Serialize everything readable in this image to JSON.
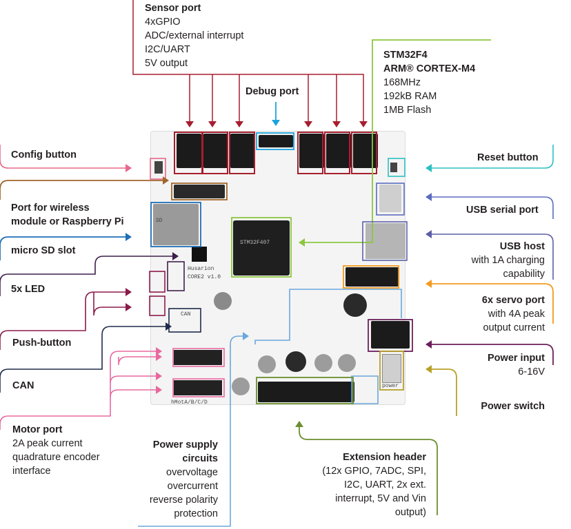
{
  "labels": {
    "sensor_port": {
      "title": "Sensor port",
      "lines": [
        "4xGPIO",
        "ADC/external interrupt",
        "I2C/UART",
        "5V output"
      ]
    },
    "debug_port": {
      "title": "Debug port"
    },
    "mcu": {
      "title_1": "STM32F4",
      "title_2": "ARM® CORTEX-M4",
      "lines": [
        "168MHz",
        "192kB RAM",
        "1MB Flash"
      ]
    },
    "config_button": {
      "title": "Config button"
    },
    "reset_button": {
      "title": "Reset button"
    },
    "wireless_port": {
      "title_1": "Port for wireless",
      "title_2": "module or Raspberry Pi"
    },
    "usb_serial": {
      "title": "USB serial port"
    },
    "micro_sd": {
      "title": "micro SD slot"
    },
    "usb_host": {
      "title": "USB host",
      "lines": [
        "with 1A charging",
        "capability"
      ]
    },
    "leds": {
      "title": "5x LED"
    },
    "servo_port": {
      "title": "6x servo port",
      "lines": [
        "with 4A peak",
        "output current"
      ]
    },
    "push_button": {
      "title": "Push-button"
    },
    "power_input": {
      "title": "Power input",
      "lines": [
        "6-16V"
      ]
    },
    "can": {
      "title": "CAN"
    },
    "power_switch": {
      "title": "Power switch"
    },
    "motor_port": {
      "title": "Motor port",
      "lines": [
        "2A peak current",
        "quadrature encoder",
        "interface"
      ]
    },
    "power_supply": {
      "title_1": "Power supply",
      "title_2": "circuits",
      "lines": [
        "overvoltage",
        "overcurrent",
        "reverse polarity",
        "protection"
      ]
    },
    "extension_header": {
      "title": "Extension header",
      "lines": [
        "(12x GPIO, 7ADC, SPI,",
        "I2C, UART, 2x ext.",
        "interrupt, 5V and Vin",
        "output)"
      ]
    }
  },
  "board_silkscreen": {
    "brand": "Husarion",
    "model": "CORE2 v1.0",
    "mcu_text": "STM32F407",
    "motor_text": "hMotA/B/C/D",
    "power_text": "power",
    "can_text": "CAN",
    "sd_text": "SD"
  },
  "colors": {
    "sensor": "#a61e2e",
    "debug": "#1ba3dc",
    "mcu": "#8cc63f",
    "config": "#e8688a",
    "reset": "#2bbfc2",
    "wireless": "#a0662a",
    "usb_serial": "#5a6bbf",
    "micro_sd": "#1f6fb5",
    "usb_host": "#5b5ea6",
    "leds": "#3d1f4a",
    "servo": "#f29a1e",
    "push_button": "#8b1a4a",
    "power_input": "#6b1f5b",
    "can": "#1f2a4a",
    "power_switch": "#b8a02a",
    "motor": "#e8689e",
    "power_supply": "#6aa7dc",
    "extension": "#6b8e2e"
  }
}
